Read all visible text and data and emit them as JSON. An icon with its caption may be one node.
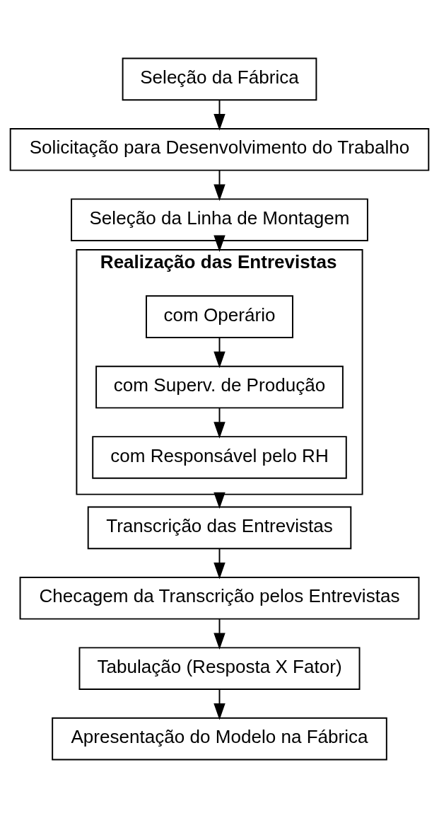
{
  "diagram": {
    "nodes": [
      {
        "text": [
          "Seleção da Fábrica"
        ]
      },
      {
        "text": [
          "Solicitação para Desenvolvimento do Trabalho"
        ]
      },
      {
        "text": [
          "Seleção da Linha de Montagem"
        ]
      },
      {
        "text": [
          "Realização das Entrevistas"
        ]
      },
      {
        "text": [
          "com Operário"
        ],
        "in": 3
      },
      {
        "text": [
          "com Superv. de Produção"
        ],
        "in": 3
      },
      {
        "text": [
          "com Responsável pelo RH"
        ],
        "in": 3
      },
      {
        "text": [
          "Transcrição das Entrevistas"
        ]
      },
      {
        "text": [
          "Checagem da Transcrição pelos Entrevistas"
        ]
      },
      {
        "text": [
          "Tabulação (Resposta X Fator)"
        ]
      },
      {
        "text": [
          "Apresentação do Modelo na Fábrica"
        ]
      }
    ],
    "edges": [
      {
        "from": 0,
        "to": 1,
        "arrow": "to"
      },
      {
        "from": 1,
        "to": 2,
        "arrow": "to"
      },
      {
        "from": 2,
        "to": 3,
        "arrow": "to"
      },
      {
        "from": 4,
        "to": 5,
        "arrow": "to"
      },
      {
        "from": 5,
        "to": 6,
        "arrow": "to"
      },
      {
        "from": 3,
        "to": 7,
        "arrow": "to"
      },
      {
        "from": 7,
        "to": 8,
        "arrow": "to"
      },
      {
        "from": 8,
        "to": 9,
        "arrow": "to"
      },
      {
        "from": 9,
        "to": 10,
        "arrow": "to"
      }
    ]
  }
}
